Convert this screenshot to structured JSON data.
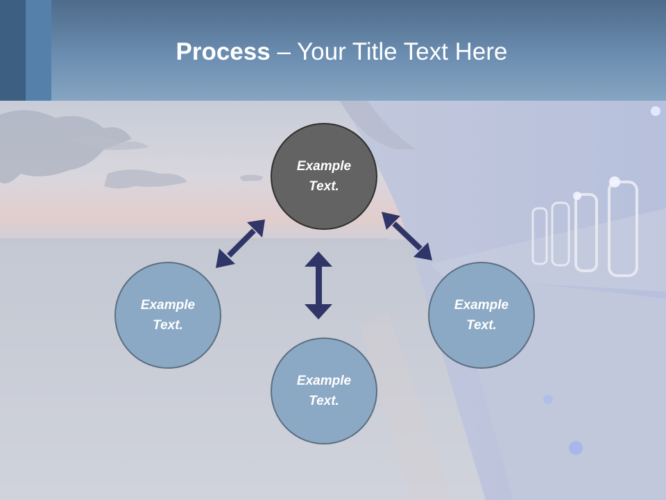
{
  "title": {
    "bold": "Process",
    "rest": " – Your Title Text Here"
  },
  "process": {
    "top_label": "Example Text.",
    "left_label": "Example Text.",
    "bottom_label": "Example Text.",
    "right_label": "Example Text."
  },
  "colors": {
    "header": "#6b8db0",
    "circle_light": "#8ba9c4",
    "circle_dark": "#636363",
    "arrow": "#2f3566"
  }
}
